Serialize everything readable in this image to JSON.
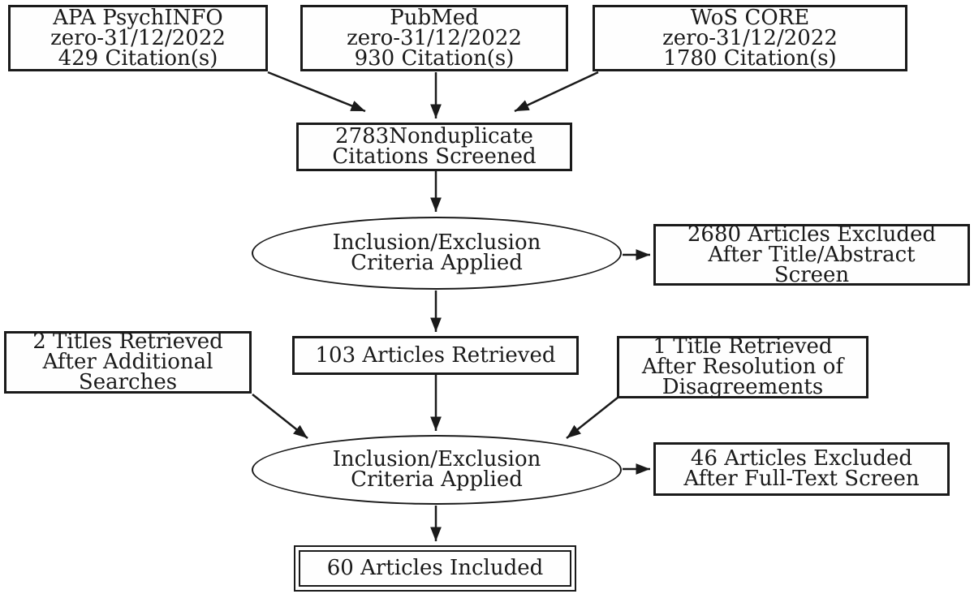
{
  "diagram_type": "flowchart",
  "colors": {
    "ink": "#1a1a1a",
    "background": "#ffffff"
  },
  "nodes": {
    "apa": {
      "lines": [
        "APA PsychINFO",
        "zero-31/12/2022",
        "429 Citation(s)"
      ]
    },
    "pubmed": {
      "lines": [
        "PubMed",
        "zero-31/12/2022",
        "930 Citation(s)"
      ]
    },
    "wos": {
      "lines": [
        "WoS CORE",
        "zero-31/12/2022",
        "1780 Citation(s)"
      ]
    },
    "screened": {
      "lines": [
        "2783Nonduplicate",
        "Citations Screened"
      ]
    },
    "criteria1": {
      "lines": [
        "Inclusion/Exclusion",
        "Criteria Applied"
      ]
    },
    "excluded_title_abstract": {
      "lines": [
        "2680 Articles Excluded",
        "After Title/Abstract",
        "Screen"
      ]
    },
    "additional_searches": {
      "lines": [
        "2 Titles Retrieved",
        "After Additional",
        "Searches"
      ]
    },
    "articles_retrieved": {
      "lines": [
        "103 Articles Retrieved"
      ]
    },
    "disagreements": {
      "lines": [
        "1 Title Retrieved",
        "After Resolution of",
        "Disagreements"
      ]
    },
    "criteria2": {
      "lines": [
        "Inclusion/Exclusion",
        "Criteria Applied"
      ]
    },
    "excluded_full_text": {
      "lines": [
        "46 Articles Excluded",
        "After Full-Text Screen"
      ]
    },
    "included": {
      "lines": [
        "60 Articles Included"
      ]
    }
  },
  "edges": [
    {
      "from": "apa",
      "to": "screened"
    },
    {
      "from": "pubmed",
      "to": "screened"
    },
    {
      "from": "wos",
      "to": "screened"
    },
    {
      "from": "screened",
      "to": "criteria1"
    },
    {
      "from": "criteria1",
      "to": "excluded_title_abstract"
    },
    {
      "from": "criteria1",
      "to": "articles_retrieved"
    },
    {
      "from": "additional_searches",
      "to": "criteria2"
    },
    {
      "from": "articles_retrieved",
      "to": "criteria2"
    },
    {
      "from": "disagreements",
      "to": "criteria2"
    },
    {
      "from": "criteria2",
      "to": "excluded_full_text"
    },
    {
      "from": "criteria2",
      "to": "included"
    }
  ]
}
